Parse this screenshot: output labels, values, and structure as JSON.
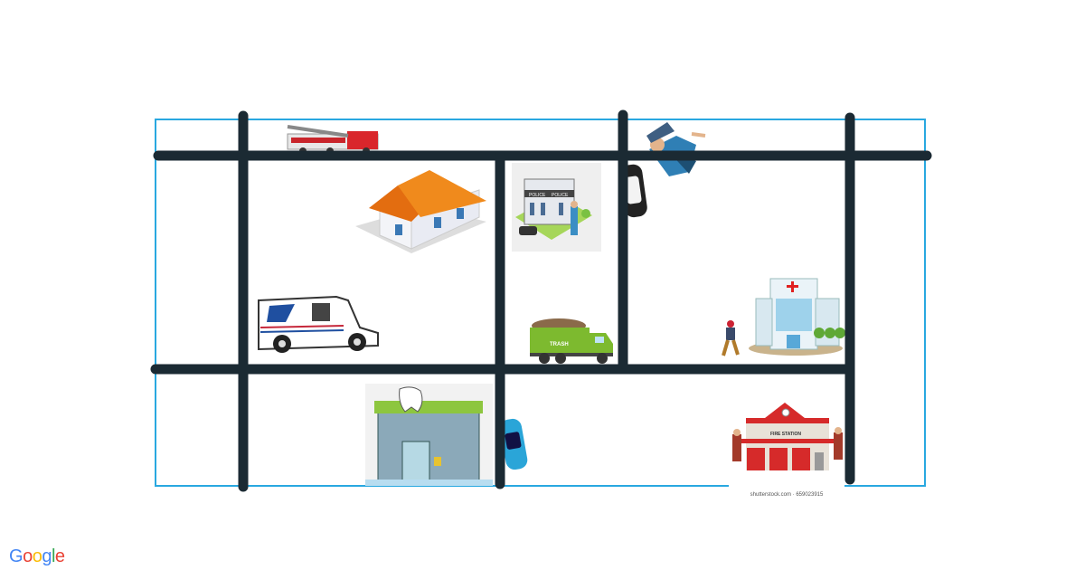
{
  "board": {
    "frame_color": "#29a8e0",
    "road_color": "#1b2a33"
  },
  "images": {
    "fire_truck": "fire-truck",
    "house": "house",
    "police_station": {
      "sign_left": "POLICE",
      "sign_right": "POLICE"
    },
    "police_car": "police-car",
    "police_officer": "police-officer",
    "mail_truck": "mail-truck",
    "trash_truck": {
      "label": "TRASH"
    },
    "hospital": "hospital",
    "pedestrian": "pedestrian",
    "dentist_office": "dentist-office",
    "blue_car": "blue-car",
    "fire_station": {
      "sign": "FIRE STATION",
      "caption": "shutterstock.com · 659023915"
    }
  },
  "footer": {
    "logo": "Google"
  }
}
